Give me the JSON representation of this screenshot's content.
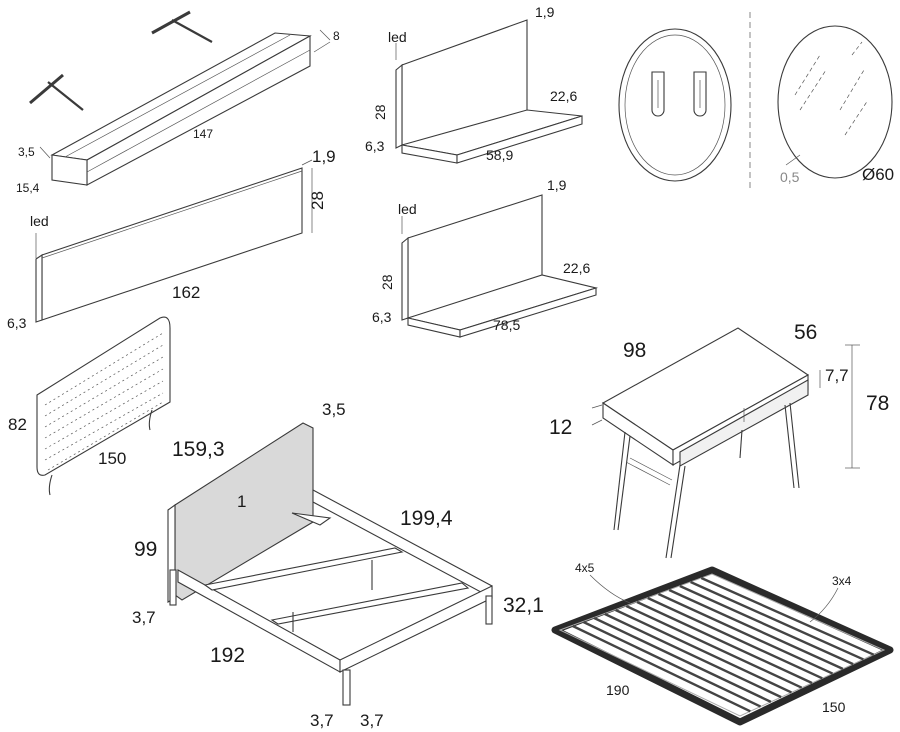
{
  "shelf_long": {
    "length": "147",
    "height": "8",
    "thickness": "3,5",
    "depth": "15,4"
  },
  "panel_led": {
    "label": "led",
    "length": "162",
    "height": "28",
    "thickness": "1,9",
    "base": "6,3"
  },
  "shelf_small": {
    "label": "led",
    "thickness": "1,9",
    "height": "28",
    "shelf_depth": "22,6",
    "base": "6,3",
    "width": "58,9"
  },
  "shelf_medium": {
    "label": "led",
    "thickness": "1,9",
    "height": "28",
    "shelf_depth": "22,6",
    "base": "6,3",
    "width": "78,5"
  },
  "mirror": {
    "frame": "0,5",
    "diameter": "Ø60"
  },
  "headboard": {
    "height": "82",
    "width": "150"
  },
  "desk": {
    "width": "98",
    "depth": "56",
    "drawer": "7,7",
    "top": "12",
    "height": "78"
  },
  "bed": {
    "headboard_width": "159,3",
    "headboard_top": "3,5",
    "headboard_label": "1",
    "length": "199,4",
    "height": "99",
    "foot_height": "32,1",
    "leg_a": "3,7",
    "width": "192",
    "leg_b": "3,7",
    "leg_c": "3,7"
  },
  "slatted_base": {
    "corner_a": "4x5",
    "corner_b": "3x4",
    "length": "190",
    "width": "150"
  }
}
